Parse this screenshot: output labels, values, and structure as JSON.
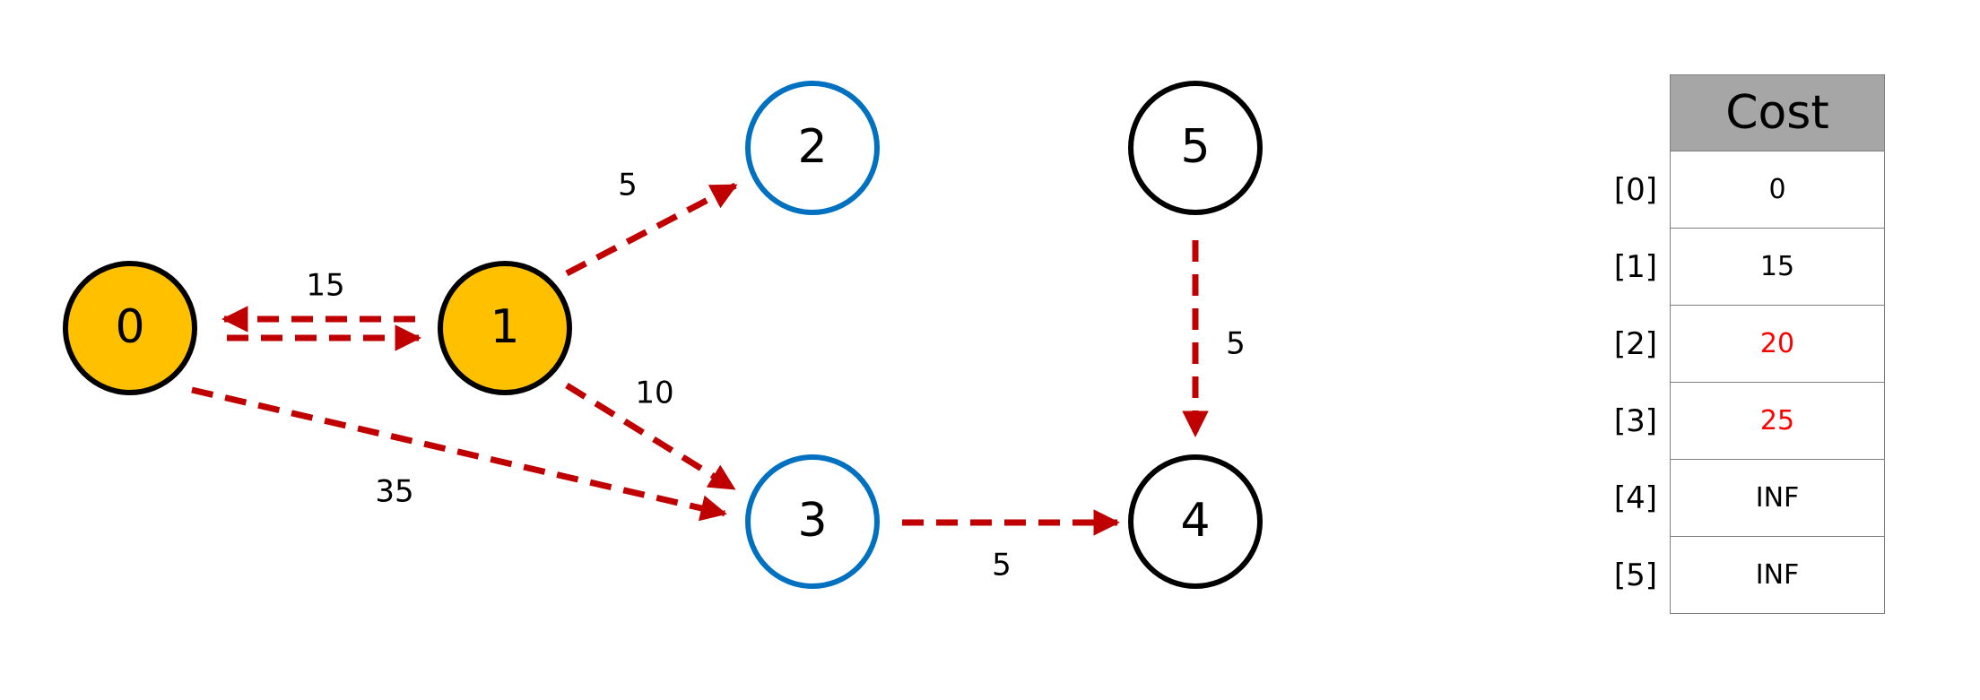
{
  "colors": {
    "visited_fill": "#FFC000",
    "candidate_stroke": "#0070C0",
    "default_stroke": "#000000",
    "edge": "#C00000",
    "updated_cost": "#FF0000",
    "header_fill": "#A6A6A6"
  },
  "nodes": [
    {
      "id": "0",
      "label": "0",
      "state": "visited"
    },
    {
      "id": "1",
      "label": "1",
      "state": "visited"
    },
    {
      "id": "2",
      "label": "2",
      "state": "candidate"
    },
    {
      "id": "3",
      "label": "3",
      "state": "candidate"
    },
    {
      "id": "4",
      "label": "4",
      "state": "unvisited"
    },
    {
      "id": "5",
      "label": "5",
      "state": "unvisited"
    }
  ],
  "edges": [
    {
      "from": "1",
      "to": "0",
      "weight": "15"
    },
    {
      "from": "0",
      "to": "1",
      "weight": ""
    },
    {
      "from": "1",
      "to": "2",
      "weight": "5"
    },
    {
      "from": "1",
      "to": "3",
      "weight": "10"
    },
    {
      "from": "0",
      "to": "3",
      "weight": "35"
    },
    {
      "from": "3",
      "to": "4",
      "weight": "5"
    },
    {
      "from": "5",
      "to": "4",
      "weight": "5"
    }
  ],
  "cost_table": {
    "header": "Cost",
    "rows": [
      {
        "index": "[0]",
        "value": "0",
        "updated": false
      },
      {
        "index": "[1]",
        "value": "15",
        "updated": false
      },
      {
        "index": "[2]",
        "value": "20",
        "updated": true
      },
      {
        "index": "[3]",
        "value": "25",
        "updated": true
      },
      {
        "index": "[4]",
        "value": "INF",
        "updated": false
      },
      {
        "index": "[5]",
        "value": "INF",
        "updated": false
      }
    ]
  }
}
